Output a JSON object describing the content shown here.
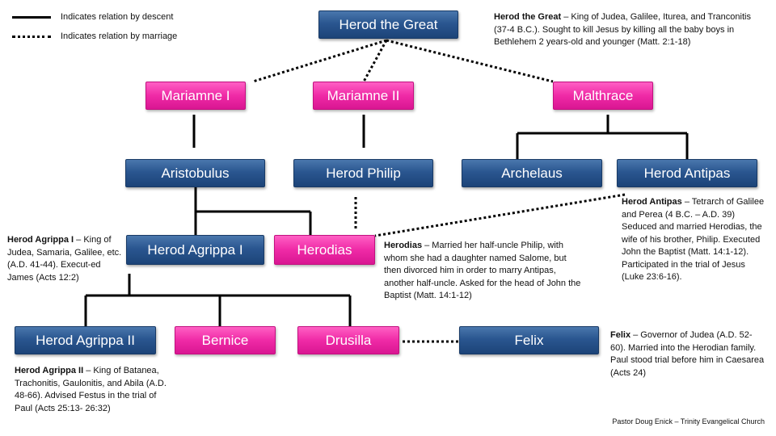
{
  "legend": {
    "descent": "Indicates relation by descent",
    "marriage": "Indicates relation by marriage"
  },
  "people": {
    "herod_great": "Herod the Great",
    "mariamne1": "Mariamne I",
    "mariamne2": "Mariamne II",
    "malthrace": "Malthrace",
    "aristobulus": "Aristobulus",
    "herod_philip": "Herod Philip",
    "archelaus": "Archelaus",
    "herod_antipas": "Herod Antipas",
    "agrippa1": "Herod Agrippa I",
    "herodias": "Herodias",
    "agrippa2": "Herod Agrippa II",
    "bernice": "Bernice",
    "drusilla": "Drusilla",
    "felix": "Felix"
  },
  "notes": {
    "herod_great": {
      "name": "Herod the Great",
      "text": " – King of Judea, Galilee, Iturea, and Tranconitis (37-4 B.C.). Sought to kill Jesus by killing all the baby boys in Bethlehem 2 years-old and younger (Matt. 2:1-18)"
    },
    "antipas": {
      "name": "Herod Antipas",
      "text": " – Tetrarch of Galilee and Perea (4 B.C. – A.D. 39) Seduced and married Herodias, the wife of his brother, Philip. Executed John the Baptist (Matt. 14:1-12). Participated in the trial of Jesus (Luke 23:6-16)."
    },
    "agrippa1": {
      "name": "Herod Agrippa I",
      "text": " – King of Judea, Samaria, Galilee, etc. (A.D. 41-44). Execut-ed James (Acts 12:2)"
    },
    "herodias": {
      "name": "Herodias",
      "text": " – Married her half-uncle Philip, with whom she had a daughter named Salome, but then divorced him in order to marry Antipas, another half-uncle. Asked for the head of John the Baptist (Matt. 14:1-12)"
    },
    "agrippa2": {
      "name": "Herod Agrippa II",
      "text": " – King of Batanea, Trachonitis, Gaulonitis, and Abila (A.D. 48-66). Advised Festus in the trial of Paul (Acts 25:13- 26:32)"
    },
    "felix": {
      "name": "Felix",
      "text": " – Governor of Judea (A.D. 52-60). Married into the Herodian family. Paul stood trial before him in Caesarea (Acts 24)"
    }
  },
  "footer": "Pastor Doug Enick – Trinity Evangelical Church",
  "colors": {
    "male": "#2a5690",
    "female": "#ef2aa6",
    "line": "#000000"
  }
}
